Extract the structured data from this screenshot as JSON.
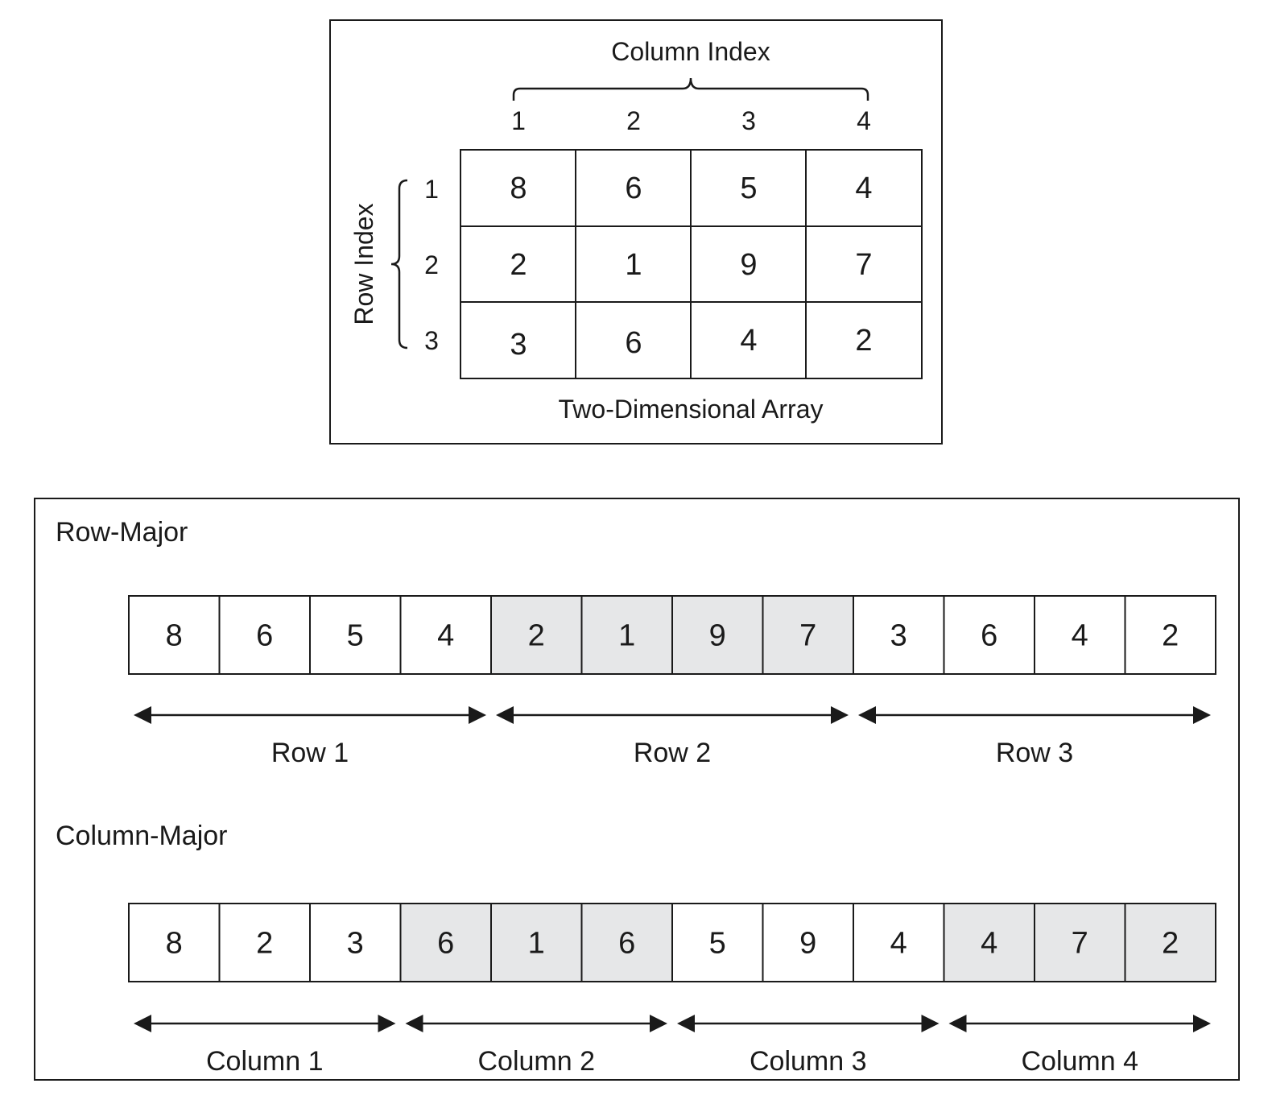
{
  "top": {
    "column_index_label": "Column Index",
    "row_index_label": "Row Index",
    "caption": "Two-Dimensional Array",
    "column_indices": [
      "1",
      "2",
      "3",
      "4"
    ],
    "row_indices": [
      "1",
      "2",
      "3"
    ],
    "matrix": [
      [
        "8",
        "6",
        "5",
        "4"
      ],
      [
        "2",
        "1",
        "9",
        "7"
      ],
      [
        "3",
        "6",
        "4",
        "2"
      ]
    ]
  },
  "row_major": {
    "label": "Row-Major",
    "cells": [
      "8",
      "6",
      "5",
      "4",
      "2",
      "1",
      "9",
      "7",
      "3",
      "6",
      "4",
      "2"
    ],
    "shaded": [
      false,
      false,
      false,
      false,
      true,
      true,
      true,
      true,
      false,
      false,
      false,
      false
    ],
    "groups": [
      "Row 1",
      "Row 2",
      "Row 3"
    ]
  },
  "column_major": {
    "label": "Column-Major",
    "cells": [
      "8",
      "2",
      "3",
      "6",
      "1",
      "6",
      "5",
      "9",
      "4",
      "4",
      "7",
      "2"
    ],
    "shaded": [
      false,
      false,
      false,
      true,
      true,
      true,
      false,
      false,
      false,
      true,
      true,
      true
    ],
    "groups": [
      "Column 1",
      "Column 2",
      "Column 3",
      "Column 4"
    ]
  },
  "colors": {
    "stroke": "#1a1a1a",
    "shade": "#e6e7e8",
    "background": "#ffffff"
  }
}
